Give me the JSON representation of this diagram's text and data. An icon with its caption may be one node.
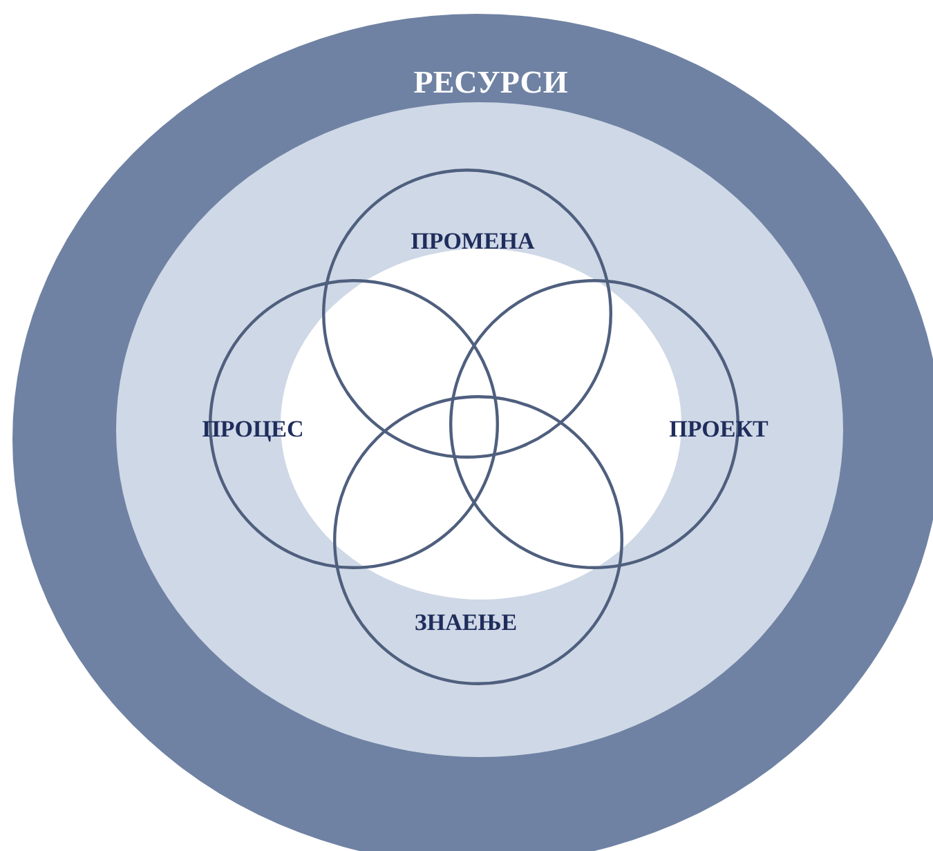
{
  "diagram": {
    "nodes": [
      {
        "text": [
          "РЕСУРСИ"
        ]
      },
      {
        "text": [],
        "shape": "ellipse",
        "in": 0
      },
      {
        "text": [],
        "shape": "ellipse",
        "in": 1
      },
      {
        "text": [
          "ПРОМЕНА"
        ],
        "in": 1
      },
      {
        "text": [
          "ПРОЦЕС"
        ],
        "in": 1
      },
      {
        "text": [
          "ПРОЕКТ"
        ],
        "in": 1
      },
      {
        "text": [
          "ЗНАЕЊЕ"
        ],
        "in": 1
      }
    ]
  }
}
